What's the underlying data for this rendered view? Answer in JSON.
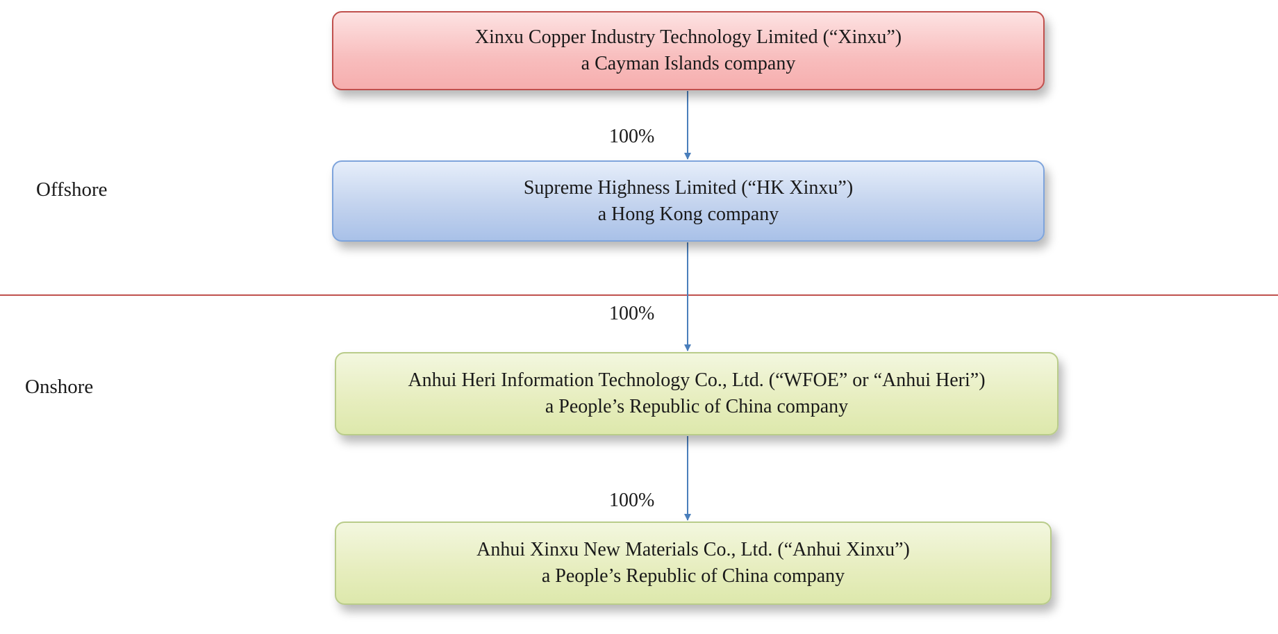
{
  "regions": {
    "offshore": "Offshore",
    "onshore": "Onshore"
  },
  "entities": [
    {
      "name": "Xinxu Copper Industry Technology Limited (“Xinxu”)",
      "description": "a Cayman Islands company",
      "color": "#f8bdbd"
    },
    {
      "name": "Supreme Highness Limited (“HK Xinxu”)",
      "description": "a Hong Kong company",
      "color": "#c3d3ee"
    },
    {
      "name": "Anhui Heri Information Technology Co., Ltd. (“WFOE” or “Anhui Heri”)",
      "description": "a People’s Republic of China company",
      "color": "#e6edbd"
    },
    {
      "name": "Anhui Xinxu New Materials Co., Ltd. (“Anhui Xinxu”)",
      "description": "a People’s Republic of China company",
      "color": "#e6edbd"
    }
  ],
  "ownership": [
    {
      "label": "100%"
    },
    {
      "label": "100%"
    },
    {
      "label": "100%"
    }
  ],
  "colors": {
    "arrow": "#4a7ebb",
    "divider": "#c0504d"
  }
}
